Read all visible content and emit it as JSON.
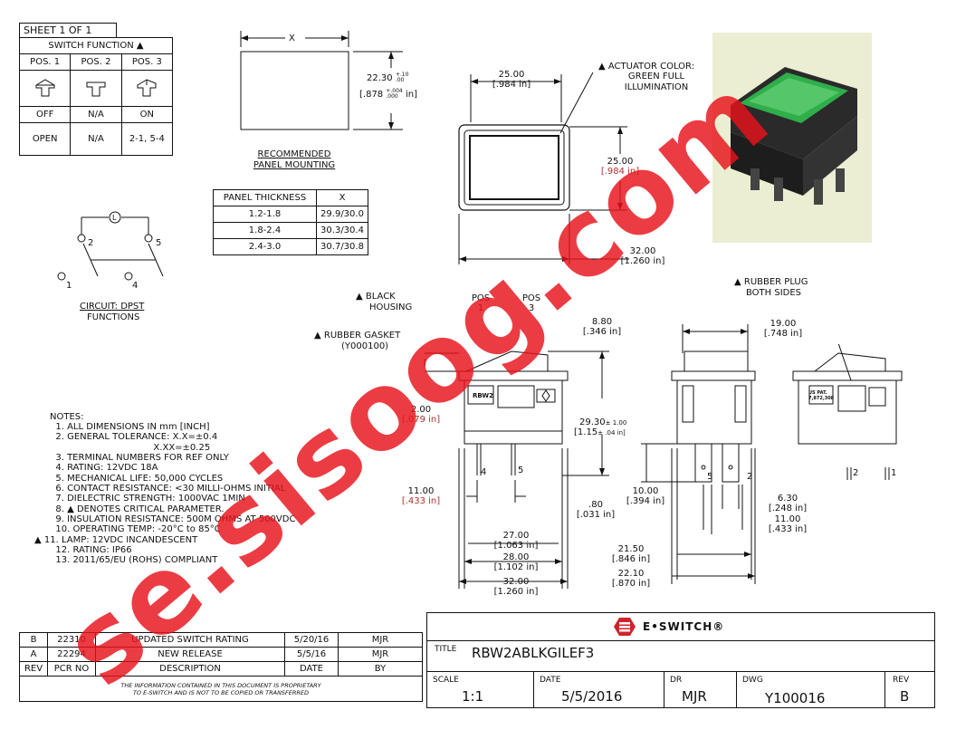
{
  "sheet": "SHEET 1 OF 1",
  "switch_function": {
    "title": "SWITCH FUNCTION ▲",
    "headers": [
      "POS. 1",
      "POS. 2",
      "POS. 3"
    ],
    "row_state": [
      "OFF",
      "N/A",
      "ON"
    ],
    "row_circuit": [
      "OPEN",
      "N/A",
      "2-1, 5-4"
    ]
  },
  "panel_cutout": {
    "x_label": "X",
    "height": "22.30",
    "height_tol_plus": "+.10",
    "height_tol_minus": ".00",
    "height_in": ".878",
    "height_in_tol_plus": "+.004",
    "height_in_tol_minus": ".000",
    "height_in_unit": "in",
    "title_line1": "RECOMMENDED",
    "title_line2": "PANEL MOUNTING"
  },
  "panel_table": {
    "headers": [
      "PANEL THICKNESS",
      "X"
    ],
    "rows": [
      [
        "1.2-1.8",
        "29.9/30.0"
      ],
      [
        "1.8-2.4",
        "30.3/30.4"
      ],
      [
        "2.4-3.0",
        "30.7/30.8"
      ]
    ]
  },
  "circuit": {
    "lamp": "L",
    "t1": "1",
    "t2": "2",
    "t4": "4",
    "t5": "5",
    "caption1": "CIRCUIT: DPST",
    "caption2": "FUNCTIONS"
  },
  "front_view": {
    "actuator_note": [
      "▲ ACTUATOR COLOR:",
      "GREEN FULL",
      "ILLUMINATION"
    ],
    "width": "25.00",
    "width_in": "[.984 in]",
    "height": "25.00",
    "height_in": "[.984 in]",
    "overall": "32.00",
    "overall_in": "[1.260 in]"
  },
  "side_view": {
    "black_housing": [
      "▲ BLACK",
      "HOUSING"
    ],
    "gasket": [
      "▲ RUBBER GASKET",
      "(Y000100)"
    ],
    "pos1": [
      "POS",
      "1"
    ],
    "pos3": [
      "POS",
      "3"
    ],
    "d880": "8.80",
    "d880_in": "[.346 in]",
    "d200": "2.00",
    "d200_in": "[.079 in]",
    "d2930": "29.30",
    "d2930_tol": "± 1.00",
    "d2930_in": "[1.15",
    "d2930_in_tol": "± .04 in]",
    "d1100": "11.00",
    "d1100_in": "[.433 in]",
    "d080": ".80",
    "d080_in": "[.031 in]",
    "d2700": "27.00",
    "d2700_in": "[1.063 in]",
    "d2800": "28.00",
    "d2800_in": "[1.102 in]",
    "d3200": "32.00",
    "d3200_in": "[1.260 in]",
    "label_rbw2": "RBW2",
    "term4": "4",
    "term5": "5"
  },
  "end_view": {
    "d1900": "19.00",
    "d1900_in": "[.748 in]",
    "d1000": "10.00",
    "d1000_in": "[.394 in]",
    "d630": "6.30",
    "d630_in": "[.248 in]",
    "d1100": "11.00",
    "d1100_in": "[.433 in]",
    "d2150": "21.50",
    "d2150_in": "[.846 in]",
    "d2210": "22.10",
    "d2210_in": "[.870 in]",
    "term5": "5",
    "term2": "2"
  },
  "rear_view": {
    "rubber_plug": [
      "▲ RUBBER PLUG",
      "BOTH SIDES"
    ],
    "patent_label": "US PAT. 7,872,308",
    "term2": "2",
    "term1": "1"
  },
  "notes": [
    "NOTES:",
    "  1. ALL DIMENSIONS IN mm [INCH]",
    "  2. GENERAL TOLERANCE: X.X=±0.4",
    "                                    X.XX=±0.25",
    "  3. TERMINAL NUMBERS FOR REF ONLY",
    "  4. RATING: 12VDC 18A",
    "  5. MECHANICAL LIFE: 50,000 CYCLES",
    "  6. CONTACT RESISTANCE: <30 MILLI-OHMS INITIAL",
    "  7. DIELECTRIC STRENGTH: 1000VAC 1MIN",
    "  8. ▲ DENOTES CRITICAL PARAMETER.",
    "  9. INSULATION RESISTANCE: 500M OHMS AT 500VDC",
    "  10. OPERATING TEMP: -20°C to 85°C",
    "▲ 11. LAMP: 12VDC INCANDESCENT",
    "  12. RATING: IP66",
    "  13. 2011/65/EU (ROHS) COMPLIANT"
  ],
  "revisions": {
    "rows": [
      [
        "B",
        "22310",
        "UPDATED SWITCH RATING",
        "5/20/16",
        "MJR"
      ],
      [
        "A",
        "22294",
        "NEW RELEASE",
        "5/5/16",
        "MJR"
      ]
    ],
    "headers": [
      "REV",
      "PCR NO",
      "DESCRIPTION",
      "DATE",
      "BY"
    ],
    "proprietary_line1": "THE INFORMATION CONTAINED IN THIS DOCUMENT IS PROPRIETARY",
    "proprietary_line2": "TO E-SWITCH AND IS NOT TO BE COPIED OR TRANSFERRED"
  },
  "title_block": {
    "brand": "E•SWITCH®",
    "title_label": "TITLE",
    "title_value": "RBW2ABLKGILEF3",
    "scale_label": "SCALE",
    "scale_value": "1:1",
    "date_label": "DATE",
    "date_value": "5/5/2016",
    "dr_label": "DR",
    "dr_value": "MJR",
    "dwg_label": "DWG",
    "dwg_value": "Y100016",
    "rev_label": "REV",
    "rev_value": "B"
  },
  "watermark": "se.sisoog.com",
  "colors": {
    "watermark": "#e8121b",
    "photo_bg": "#ebeed2",
    "actuator": "#2fae4a",
    "line": "#111111"
  }
}
